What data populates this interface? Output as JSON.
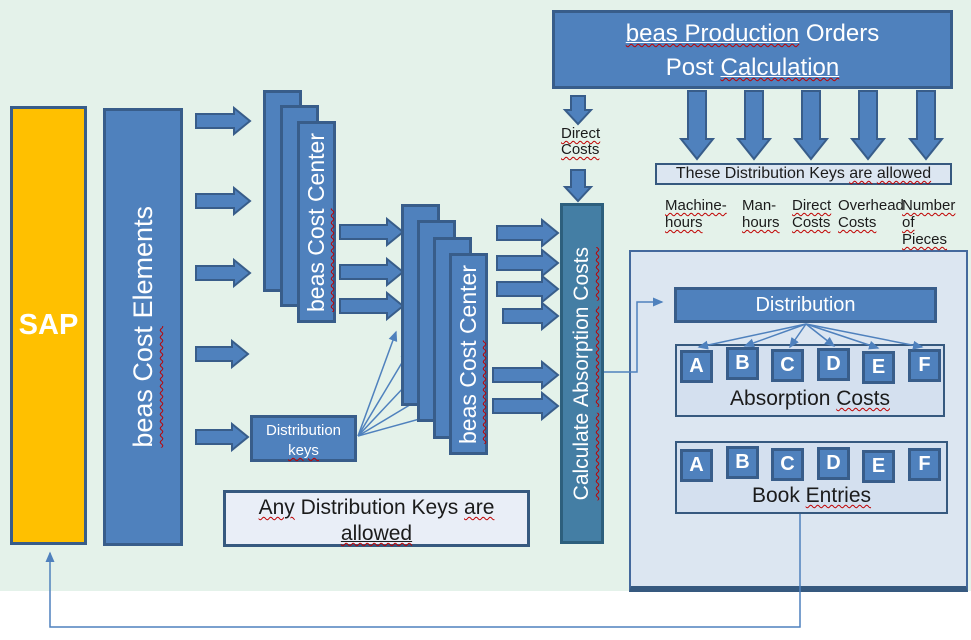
{
  "colors": {
    "mint": "#E4F2EA",
    "blue": "#4F81BD",
    "blueBorder": "#385D8A",
    "teal": "#447EA4",
    "tealBorder": "#2D5F7D",
    "orange": "#FFC000",
    "panelFill": "#DCE6F1",
    "panelBorder": "#44699D",
    "panelDark": "#36597F",
    "subFill": "#D4E0EF",
    "barFill": "#DCE6F1",
    "anyFill": "#E9EEF7",
    "connector": "#4F81BD",
    "wavy": "#C00000",
    "ink": "#1b1b1b"
  },
  "sap": {
    "label": "SAP"
  },
  "cost_elements": {
    "label": [
      [
        "beas Cost",
        "w"
      ],
      [
        " Elements",
        ""
      ]
    ]
  },
  "cost_center_1": {
    "label": [
      [
        "beas Cost",
        "w"
      ],
      [
        " Center",
        ""
      ]
    ]
  },
  "cost_center_2": {
    "label": [
      [
        "beas Cost",
        "w"
      ],
      [
        " Center",
        ""
      ]
    ]
  },
  "calculate": {
    "label": [
      [
        "Calculate",
        "w"
      ],
      [
        " ",
        ""
      ],
      [
        "Absorption",
        "w"
      ],
      [
        " ",
        ""
      ],
      [
        "Costs",
        "w"
      ]
    ]
  },
  "distribution_keys": {
    "line1": [
      [
        "Distribution",
        ""
      ]
    ],
    "line2": [
      [
        "keys",
        "w"
      ]
    ]
  },
  "any_box": {
    "line1": [
      [
        "Any",
        "w"
      ],
      [
        " Distribution Keys ",
        ""
      ],
      [
        "are",
        "w"
      ]
    ],
    "line2": [
      [
        "allowed",
        "uw"
      ]
    ]
  },
  "header": {
    "line1": [
      [
        "beas Production",
        "uw"
      ],
      [
        " Orders",
        ""
      ]
    ],
    "line2": [
      [
        "Post ",
        ""
      ],
      [
        "Calculation",
        "uw"
      ]
    ]
  },
  "direct_costs": {
    "line1": [
      [
        "Direct",
        "w"
      ]
    ],
    "line2": [
      [
        "Costs",
        "w"
      ]
    ]
  },
  "allowed_bar": {
    "label": [
      [
        "These Distribution Keys ",
        ""
      ],
      [
        "are",
        "w"
      ],
      [
        " ",
        ""
      ],
      [
        "allowed",
        "w"
      ]
    ]
  },
  "key_labels": [
    {
      "line1": [
        [
          "Machine-",
          "w"
        ]
      ],
      "line2": [
        [
          "hours",
          "w"
        ]
      ]
    },
    {
      "line1": [
        [
          "Man-",
          ""
        ]
      ],
      "line2": [
        [
          "hours",
          "w"
        ]
      ]
    },
    {
      "line1": [
        [
          "Direct",
          "w"
        ]
      ],
      "line2": [
        [
          "Costs",
          "w"
        ]
      ]
    },
    {
      "line1": [
        [
          "Overhead",
          ""
        ]
      ],
      "line2": [
        [
          "Costs",
          "w"
        ]
      ]
    },
    {
      "line1": [
        [
          "Number of",
          "w"
        ]
      ],
      "line2": [
        [
          "Pieces",
          "w"
        ]
      ]
    }
  ],
  "panel": {
    "distribution_label": [
      [
        "Distribution",
        ""
      ]
    ],
    "absorption": {
      "letters": [
        "A",
        "B",
        "C",
        "D",
        "E",
        "F"
      ],
      "label": [
        [
          "Absorption ",
          ""
        ],
        [
          "Costs",
          "w"
        ]
      ]
    },
    "book": {
      "letters": [
        "A",
        "B",
        "C",
        "D",
        "E",
        "F"
      ],
      "label": [
        [
          "Book ",
          ""
        ],
        [
          "Entries",
          "w"
        ]
      ]
    }
  }
}
